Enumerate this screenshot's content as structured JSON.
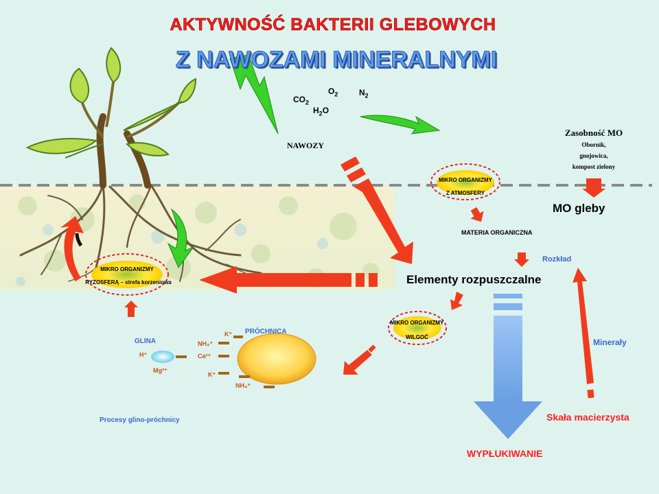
{
  "title": {
    "line1": "AKTYWNOŚĆ BAKTERII GLEBOWYCH",
    "line2": "Z NAWOZAMI MINERALNYMI"
  },
  "atmosphere": {
    "co2": "CO",
    "co2_sub": "2",
    "o2": "O",
    "o2_sub": "2",
    "n2": "N",
    "n2_sub": "2",
    "h2o_h": "H",
    "h2o_sub": "2",
    "h2o_o": "O"
  },
  "labels": {
    "nawozy": "NAWOZY",
    "zasobnosc_title": "Zasobność MO",
    "zasobnosc_line1": "Obornik,",
    "zasobnosc_line2": "gnojowica,",
    "zasobnosc_line3": "kompost zielony",
    "mikro_atm_1": "MIKRO ORGANIZMY",
    "mikro_atm_2": "Z ATMOSFERY",
    "mo_gleby": "MO gleby",
    "materia_organiczna": "MATERIA  ORGANICZNA",
    "rozklad": "Rozkład",
    "elementy": "Elementy rozpuszczalne",
    "mikro_ryzo_1": "MIKRO ORGANIZMY",
    "mikro_ryzo_2": "RYZOSFERĄ – strefa korzeniowa",
    "mikro_wilgoc_1": "MIKRO ORGANIZMY",
    "mikro_wilgoc_2": "WILGOĆ",
    "mineraly": "Minerały",
    "skala": "Skała macierzysta",
    "wyplukiwanie": "WYPŁUKIWANIE",
    "glina": "GLINA",
    "prochnica": "PRÓCHNICA",
    "procesy": "Procesy glino-próchnicy"
  },
  "ions": {
    "h": "H⁺",
    "mg": "Mg²⁺",
    "nh4_top": "NH₄⁺",
    "ca": "Ca²⁺",
    "k_top": "K⁺",
    "k_left": "K⁺",
    "nh4_bottom": "NH₄⁺"
  },
  "colors": {
    "title_red": "#ff1a1a",
    "title_blue": "#5b9bf0",
    "arrow_red": "#f03c1e",
    "arrow_green": "#39d12a",
    "arrow_blue": "#8ab8f0",
    "highlight_yellow": "#ffe23a",
    "background": "#dff3ee"
  },
  "icons": [
    "plant-icon",
    "roots-icon",
    "arrow-icon",
    "clay-particle-icon",
    "humus-particle-icon"
  ]
}
